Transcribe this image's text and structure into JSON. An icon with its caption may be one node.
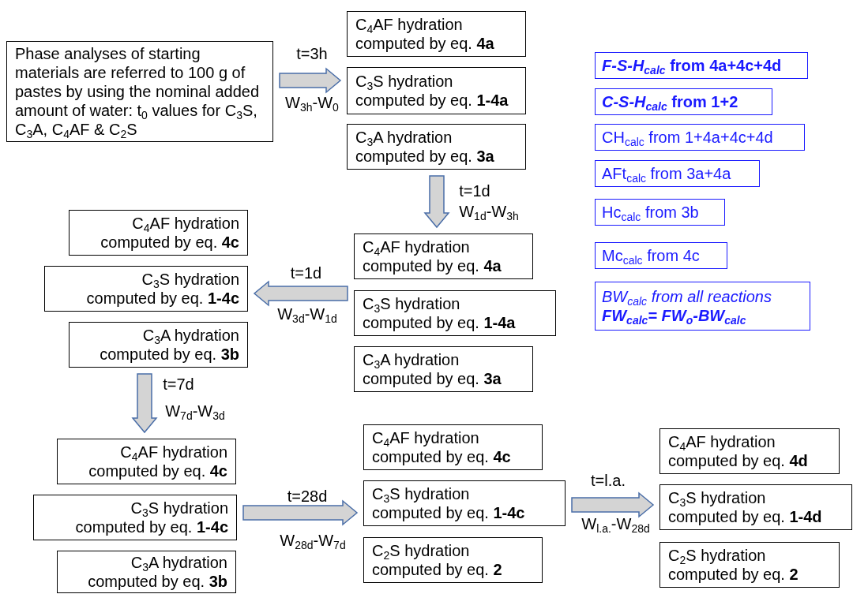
{
  "diagram": {
    "nodes": [
      {
        "text": [
          "Phase analyses of starting materials are referred to 100 g of pastes by using the nominal added amount of water: t$_{0}$ values for C$_{3}$S, C$_{3}$A, C$_{4}$AF & C$_{2}$S"
        ]
      },
      {
        "text": [
          "C$_{4}$AF hydration",
          "computed by eq. **4a**"
        ]
      },
      {
        "text": [
          "C$_{3}$S hydration",
          "computed by eq. **1-4a**"
        ]
      },
      {
        "text": [
          "C$_{3}$A hydration",
          "computed by eq. **3a**"
        ]
      },
      {
        "text": [
          "C$_{4}$AF hydration",
          "computed by eq. **4a**"
        ]
      },
      {
        "text": [
          "C$_{3}$S hydration",
          "computed by eq. **1-4a**"
        ]
      },
      {
        "text": [
          "C$_{3}$A hydration",
          "computed by eq. **3a**"
        ]
      },
      {
        "text": [
          "C$_{4}$AF hydration",
          "computed by eq. **4c**"
        ]
      },
      {
        "text": [
          "C$_{3}$S hydration",
          "computed by eq. **1-4c**"
        ]
      },
      {
        "text": [
          "C$_{3}$A hydration",
          "computed by eq. **3b**"
        ]
      },
      {
        "text": [
          "C$_{4}$AF hydration",
          "computed by eq. **4c**"
        ]
      },
      {
        "text": [
          "C$_{3}$S hydration",
          "computed by eq. **1-4c**"
        ]
      },
      {
        "text": [
          "C$_{3}$A hydration",
          "computed by eq. **3b**"
        ]
      },
      {
        "text": [
          "C$_{4}$AF hydration",
          "computed by eq. **4c**"
        ]
      },
      {
        "text": [
          "C$_{3}$S hydration",
          "computed by eq. **1-4c**"
        ]
      },
      {
        "text": [
          "C$_{2}$S hydration",
          "computed by eq. **2**"
        ]
      },
      {
        "text": [
          "C$_{4}$AF hydration",
          "computed by eq. **4d**"
        ]
      },
      {
        "text": [
          "C$_{3}$S hydration",
          "computed by eq. **1-4d**"
        ]
      },
      {
        "text": [
          "C$_{2}$S hydration",
          "computed by eq. **2**"
        ]
      },
      {
        "text": [
          "*F-S-H$_{calc}$* from 4a+4c+4d"
        ]
      },
      {
        "text": [
          "*C-S-H$_{calc}$* from 1+2"
        ]
      },
      {
        "text": [
          "CH$_{calc}$ from 1+4a+4c+4d"
        ]
      },
      {
        "text": [
          "AFt$_{calc}$ from 3a+4a"
        ]
      },
      {
        "text": [
          "Hc$_{calc}$ from 3b"
        ]
      },
      {
        "text": [
          "Mc$_{calc}$ from 4c"
        ]
      },
      {
        "text": [
          "BW$_{calc}$ from all reactions",
          "FW$_{calc}$= FW$_{o}$-BW$_{calc}$"
        ]
      }
    ],
    "edges": [
      {
        "from": 0,
        "to": 2,
        "arrow": "to"
      },
      {
        "from": 3,
        "to": 4,
        "arrow": "to"
      },
      {
        "from": 5,
        "to": 8,
        "arrow": "to"
      },
      {
        "from": 9,
        "to": 10,
        "arrow": "to"
      },
      {
        "from": 11,
        "to": 14,
        "arrow": "to"
      },
      {
        "from": 14,
        "to": 17,
        "arrow": "to"
      }
    ],
    "labels": [
      "t=3h",
      "W$_{3h}$-W$_{0}$",
      "t=1d",
      "W$_{1d}$-W$_{3h}$",
      "t=1d",
      "W$_{3d}$-W$_{1d}$",
      "t=7d",
      "W$_{7d}$-W$_{3d}$",
      "t=28d",
      "W$_{28d}$-W$_{7d}$",
      "t=l.a.",
      "W$_{l.a.}$-W$_{28d}$"
    ]
  }
}
